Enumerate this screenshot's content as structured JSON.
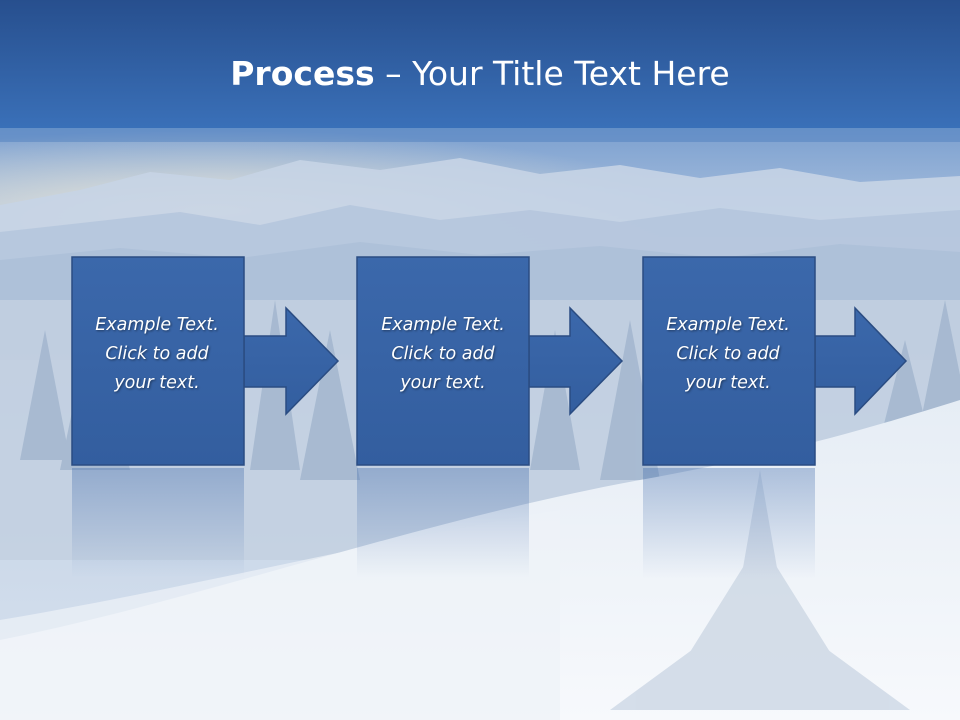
{
  "slide": {
    "title_bold": "Process",
    "title_rest": " – Your Title Text Here",
    "colors": {
      "header_top": "#2a579a",
      "header_bottom": "#3a6fb8",
      "box_fill": "#3a66a8",
      "box_border": "#2a4c82",
      "snow_light": "#f1f5fa"
    },
    "steps": [
      {
        "line1": "Example Text.",
        "line2": "Click  to add",
        "line3": "your text."
      },
      {
        "line1": "Example Text.",
        "line2": "Click  to add",
        "line3": "your text."
      },
      {
        "line1": "Example Text.",
        "line2": "Click  to add",
        "line3": "your text."
      }
    ]
  }
}
